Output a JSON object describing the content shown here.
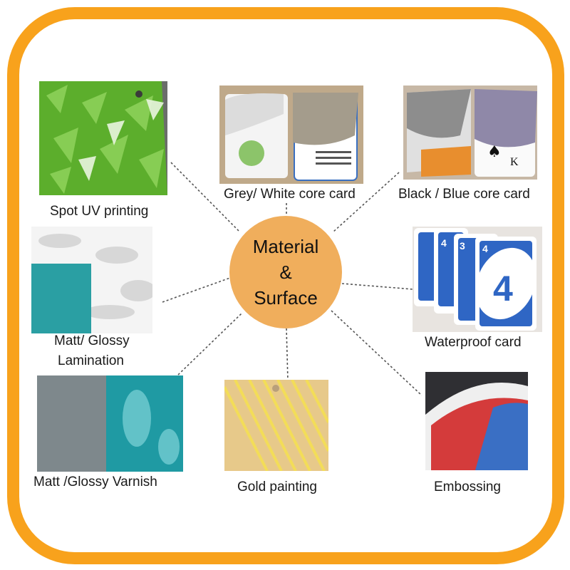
{
  "center": {
    "line1": "Material",
    "line2": "&",
    "line3": "Surface"
  },
  "items": {
    "spot_uv": {
      "label": "Spot UV printing"
    },
    "grey_white": {
      "label": "Grey/ White core card"
    },
    "black_blue": {
      "label": "Black / Blue core card"
    },
    "lamination": {
      "label1": "Matt/ Glossy",
      "label2": "Lamination"
    },
    "waterproof": {
      "label": "Waterproof card"
    },
    "varnish": {
      "label": "Matt /Glossy Varnish"
    },
    "gold": {
      "label": "Gold painting"
    },
    "embossing": {
      "label": "Embossing"
    }
  },
  "card_text": {
    "num_small_a": "4",
    "num_small_b": "3",
    "num_small_c": "4",
    "num_big": "4",
    "king": "K"
  },
  "colors": {
    "frame": "#f8a21c",
    "center": "#f0ae5c",
    "green": "#5fb52e",
    "teal": "#2aa3a8",
    "gold": "#e8cf6a",
    "uno_blue": "#2f66c4"
  }
}
